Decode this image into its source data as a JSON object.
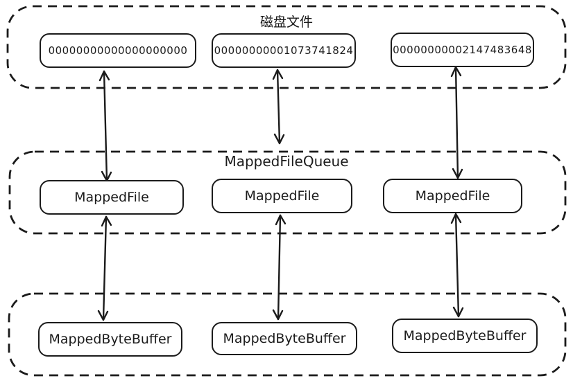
{
  "colors": {
    "stroke": "#1b1b1b",
    "background": "#ffffff"
  },
  "groups": {
    "disk": {
      "label": "磁盘文件",
      "files": [
        "00000000000000000000",
        "00000000001073741824",
        "00000000002147483648"
      ]
    },
    "queue": {
      "label": "MappedFileQueue",
      "items": [
        "MappedFile",
        "MappedFile",
        "MappedFile"
      ]
    },
    "buffers": {
      "items": [
        "MappedByteBuffer",
        "MappedByteBuffer",
        "MappedByteBuffer"
      ]
    }
  }
}
